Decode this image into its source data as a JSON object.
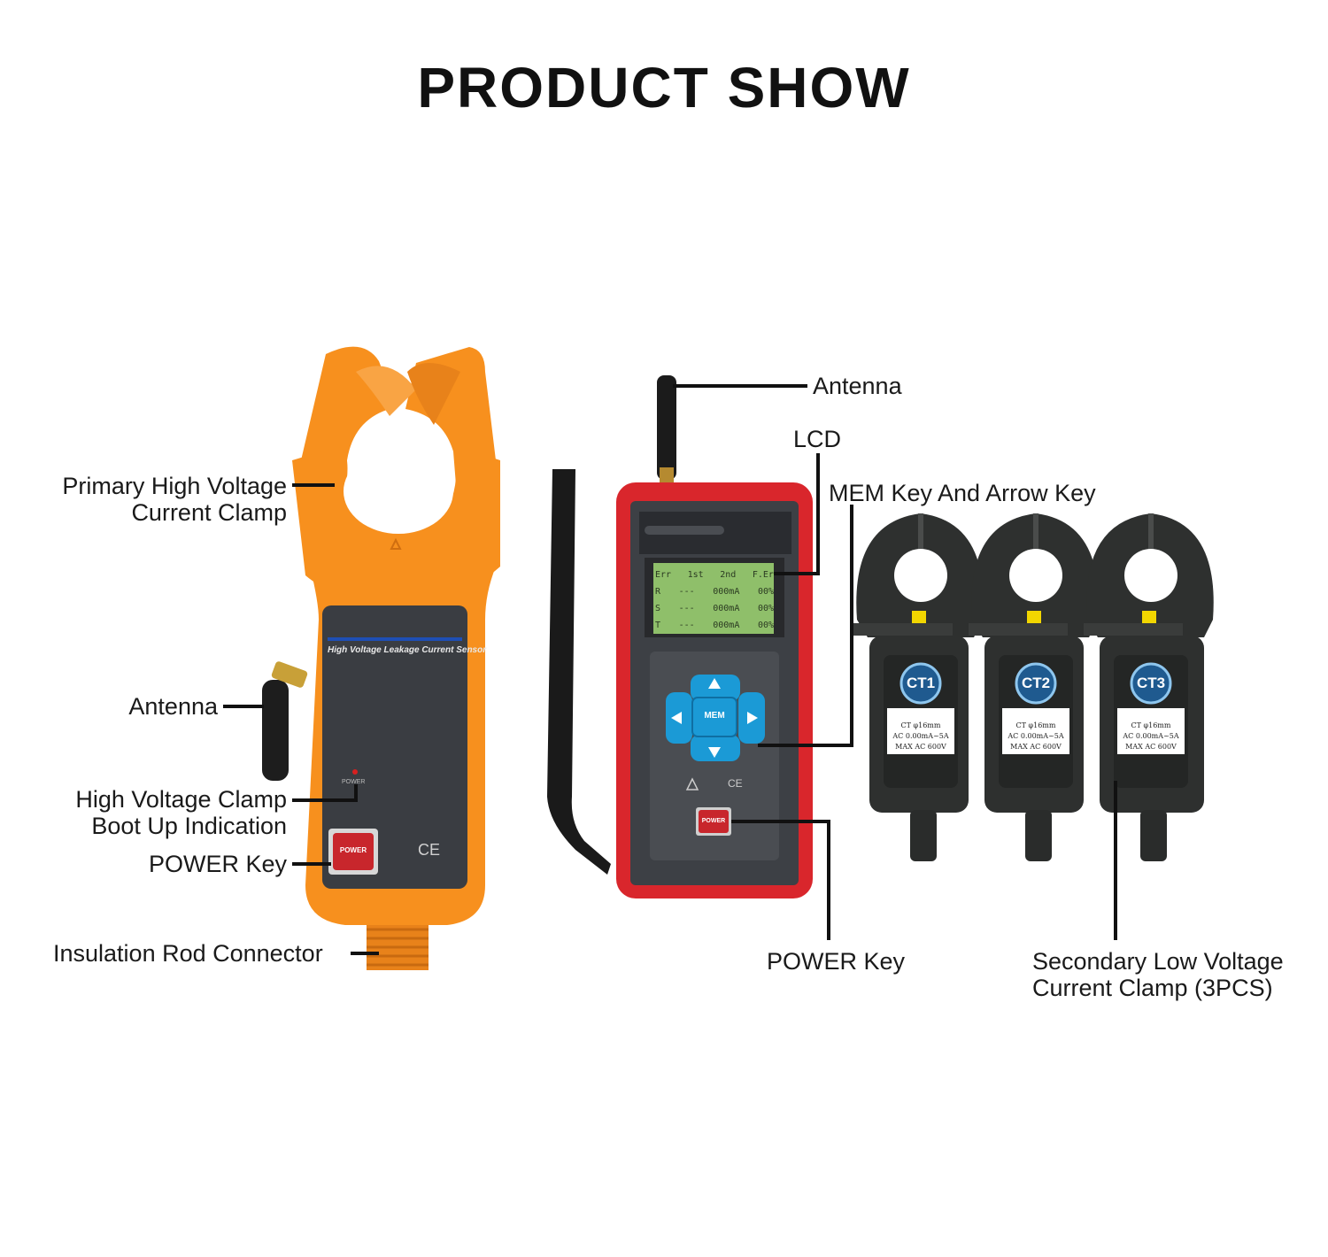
{
  "title": "PRODUCT SHOW",
  "labels": {
    "primary_clamp": [
      "Primary High Voltage",
      "Current Clamp"
    ],
    "antenna_left": "Antenna",
    "boot_indication": [
      "High Voltage Clamp",
      "Boot Up Indication"
    ],
    "power_key_left": "POWER Key",
    "insulation_rod": "Insulation Rod Connector",
    "antenna_right": "Antenna",
    "lcd": "LCD",
    "mem_key": "MEM Key And Arrow Key",
    "power_key_right": "POWER Key",
    "secondary_clamp": [
      "Secondary Low Voltage",
      "Current Clamp (3PCS)"
    ]
  },
  "sensor": {
    "name": "High Voltage Leakage Current Sensor",
    "led_label": "POWER",
    "power_button": "POWER",
    "ce": "CE"
  },
  "meter": {
    "lcd_rows": [
      [
        "Err",
        "1st",
        "2nd",
        "F.Er"
      ],
      [
        "R",
        "---",
        "000mA",
        "00%"
      ],
      [
        "S",
        "---",
        "000mA",
        "00%"
      ],
      [
        "T",
        "---",
        "000mA",
        "00%"
      ]
    ],
    "mem_label": "MEM",
    "power_button": "POWER",
    "ce": "CE"
  },
  "ct_clamps": [
    {
      "name": "CT1",
      "spec": [
        "CT φ16mm",
        "AC 0.00mA~5A",
        "MAX AC 600V"
      ]
    },
    {
      "name": "CT2",
      "spec": [
        "CT φ16mm",
        "AC 0.00mA~5A",
        "MAX AC 600V"
      ]
    },
    {
      "name": "CT3",
      "spec": [
        "CT φ16mm",
        "AC 0.00mA~5A",
        "MAX AC 600V"
      ]
    }
  ],
  "colors": {
    "orange": "#f7901e",
    "red_case": "#d9262c",
    "lcd_green": "#8fbf6a",
    "key_blue": "#1b9ad6",
    "ct_body": "#2e302f"
  }
}
